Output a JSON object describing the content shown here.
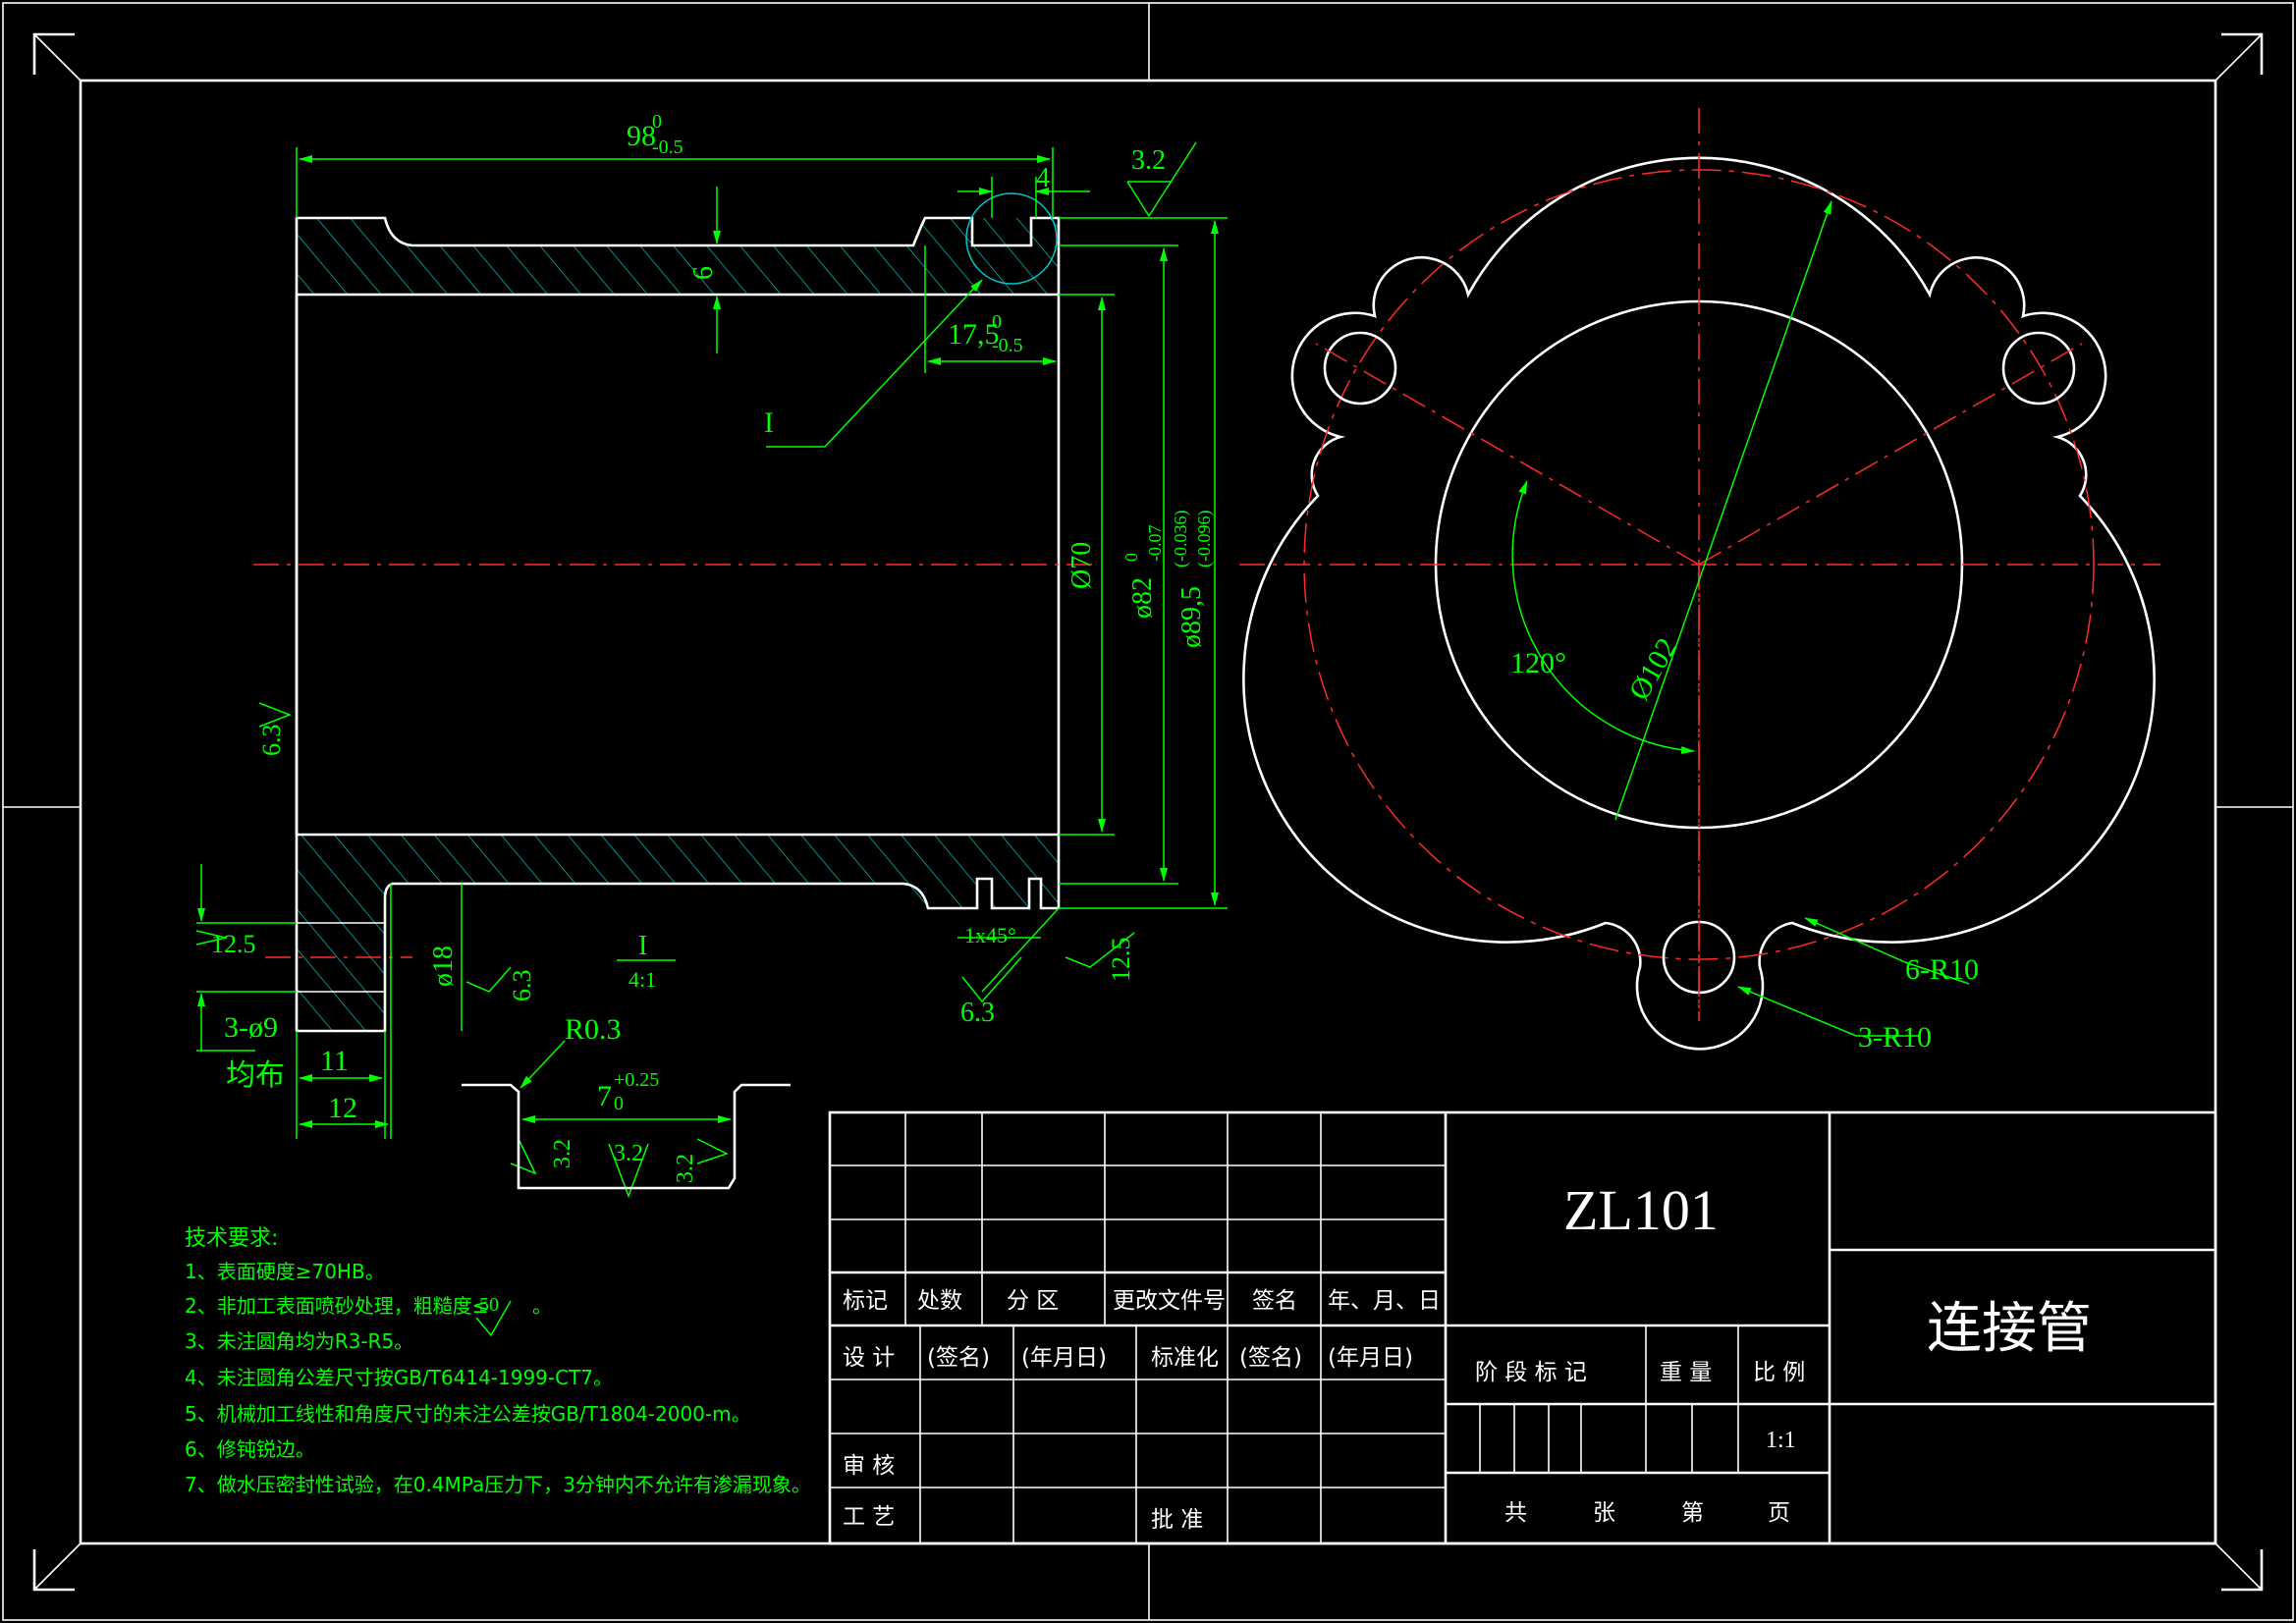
{
  "dimensions": {
    "overall_length": "98",
    "overall_length_upper": "0",
    "overall_length_lower": "-0.5",
    "groove_width": "4",
    "wall_thickness": "6",
    "groove_pos": "17,5",
    "groove_pos_upper": "0",
    "groove_pos_lower": "-0.5",
    "bore": "Ø70",
    "od_main": "ø82",
    "od_main_upper": "0",
    "od_main_lower": "-0.07",
    "od_flange": "ø89,5",
    "od_flange_upper": "(-0.036)",
    "od_flange_lower": "(-0.096)",
    "flange_hole": "ø18",
    "hole_pattern": "3-ø9",
    "hole_pattern_note": "均布",
    "hole_offset_11": "11",
    "hole_offset_12": "12",
    "chamfer": "1x45°",
    "detail_radius": "R0.3",
    "detail_width": "7",
    "detail_width_upper": "+0.25",
    "detail_width_lower": "0",
    "angle": "120°",
    "pcd": "Ø102",
    "radius_6": "6-R10",
    "radius_3": "3-R10"
  },
  "roughness": {
    "r1": "3.2",
    "r2": "6.3",
    "r3": "12.5",
    "r4": "6.3",
    "r5": "6.3",
    "r6": "12.5",
    "r7": "3.2",
    "r8": "3.2",
    "r9": "3.2"
  },
  "detail": {
    "label": "I",
    "title": "I",
    "scale": "4:1"
  },
  "notes": {
    "heading": "技术要求:",
    "items": [
      "1、表面硬度≥70HB。",
      "2、非加工表面喷砂处理，粗糙度≤",
      "3、未注圆角均为R3-R5。",
      "4、未注圆角公差尺寸按GB/T6414-1999-CT7。",
      "5、机械加工线性和角度尺寸的未注公差按GB/T1804-2000-m。",
      "6、修钝锐边。",
      "7、做水压密封性试验，在0.4MPa压力下，3分钟内不允许有渗漏现象。"
    ],
    "item2_value": "50",
    "item2_end": "。"
  },
  "title_block": {
    "material": "ZL101",
    "part_name": "连接管",
    "rev_headers": [
      "标记",
      "处数",
      "分  区",
      "更改文件号",
      "签名",
      "年、月、日"
    ],
    "design": "设  计",
    "sign1": "(签名)",
    "date1": "(年月日)",
    "standard": "标准化",
    "sign2": "(签名)",
    "date2": "(年月日)",
    "review": "审  核",
    "process": "工  艺",
    "approve": "批  准",
    "stage_mark": "阶 段 标 记",
    "weight": "重  量",
    "scale_label": "比  例",
    "scale_value": "1:1",
    "total": "共",
    "sheets": "张",
    "sheet_no": "第",
    "page": "页"
  }
}
